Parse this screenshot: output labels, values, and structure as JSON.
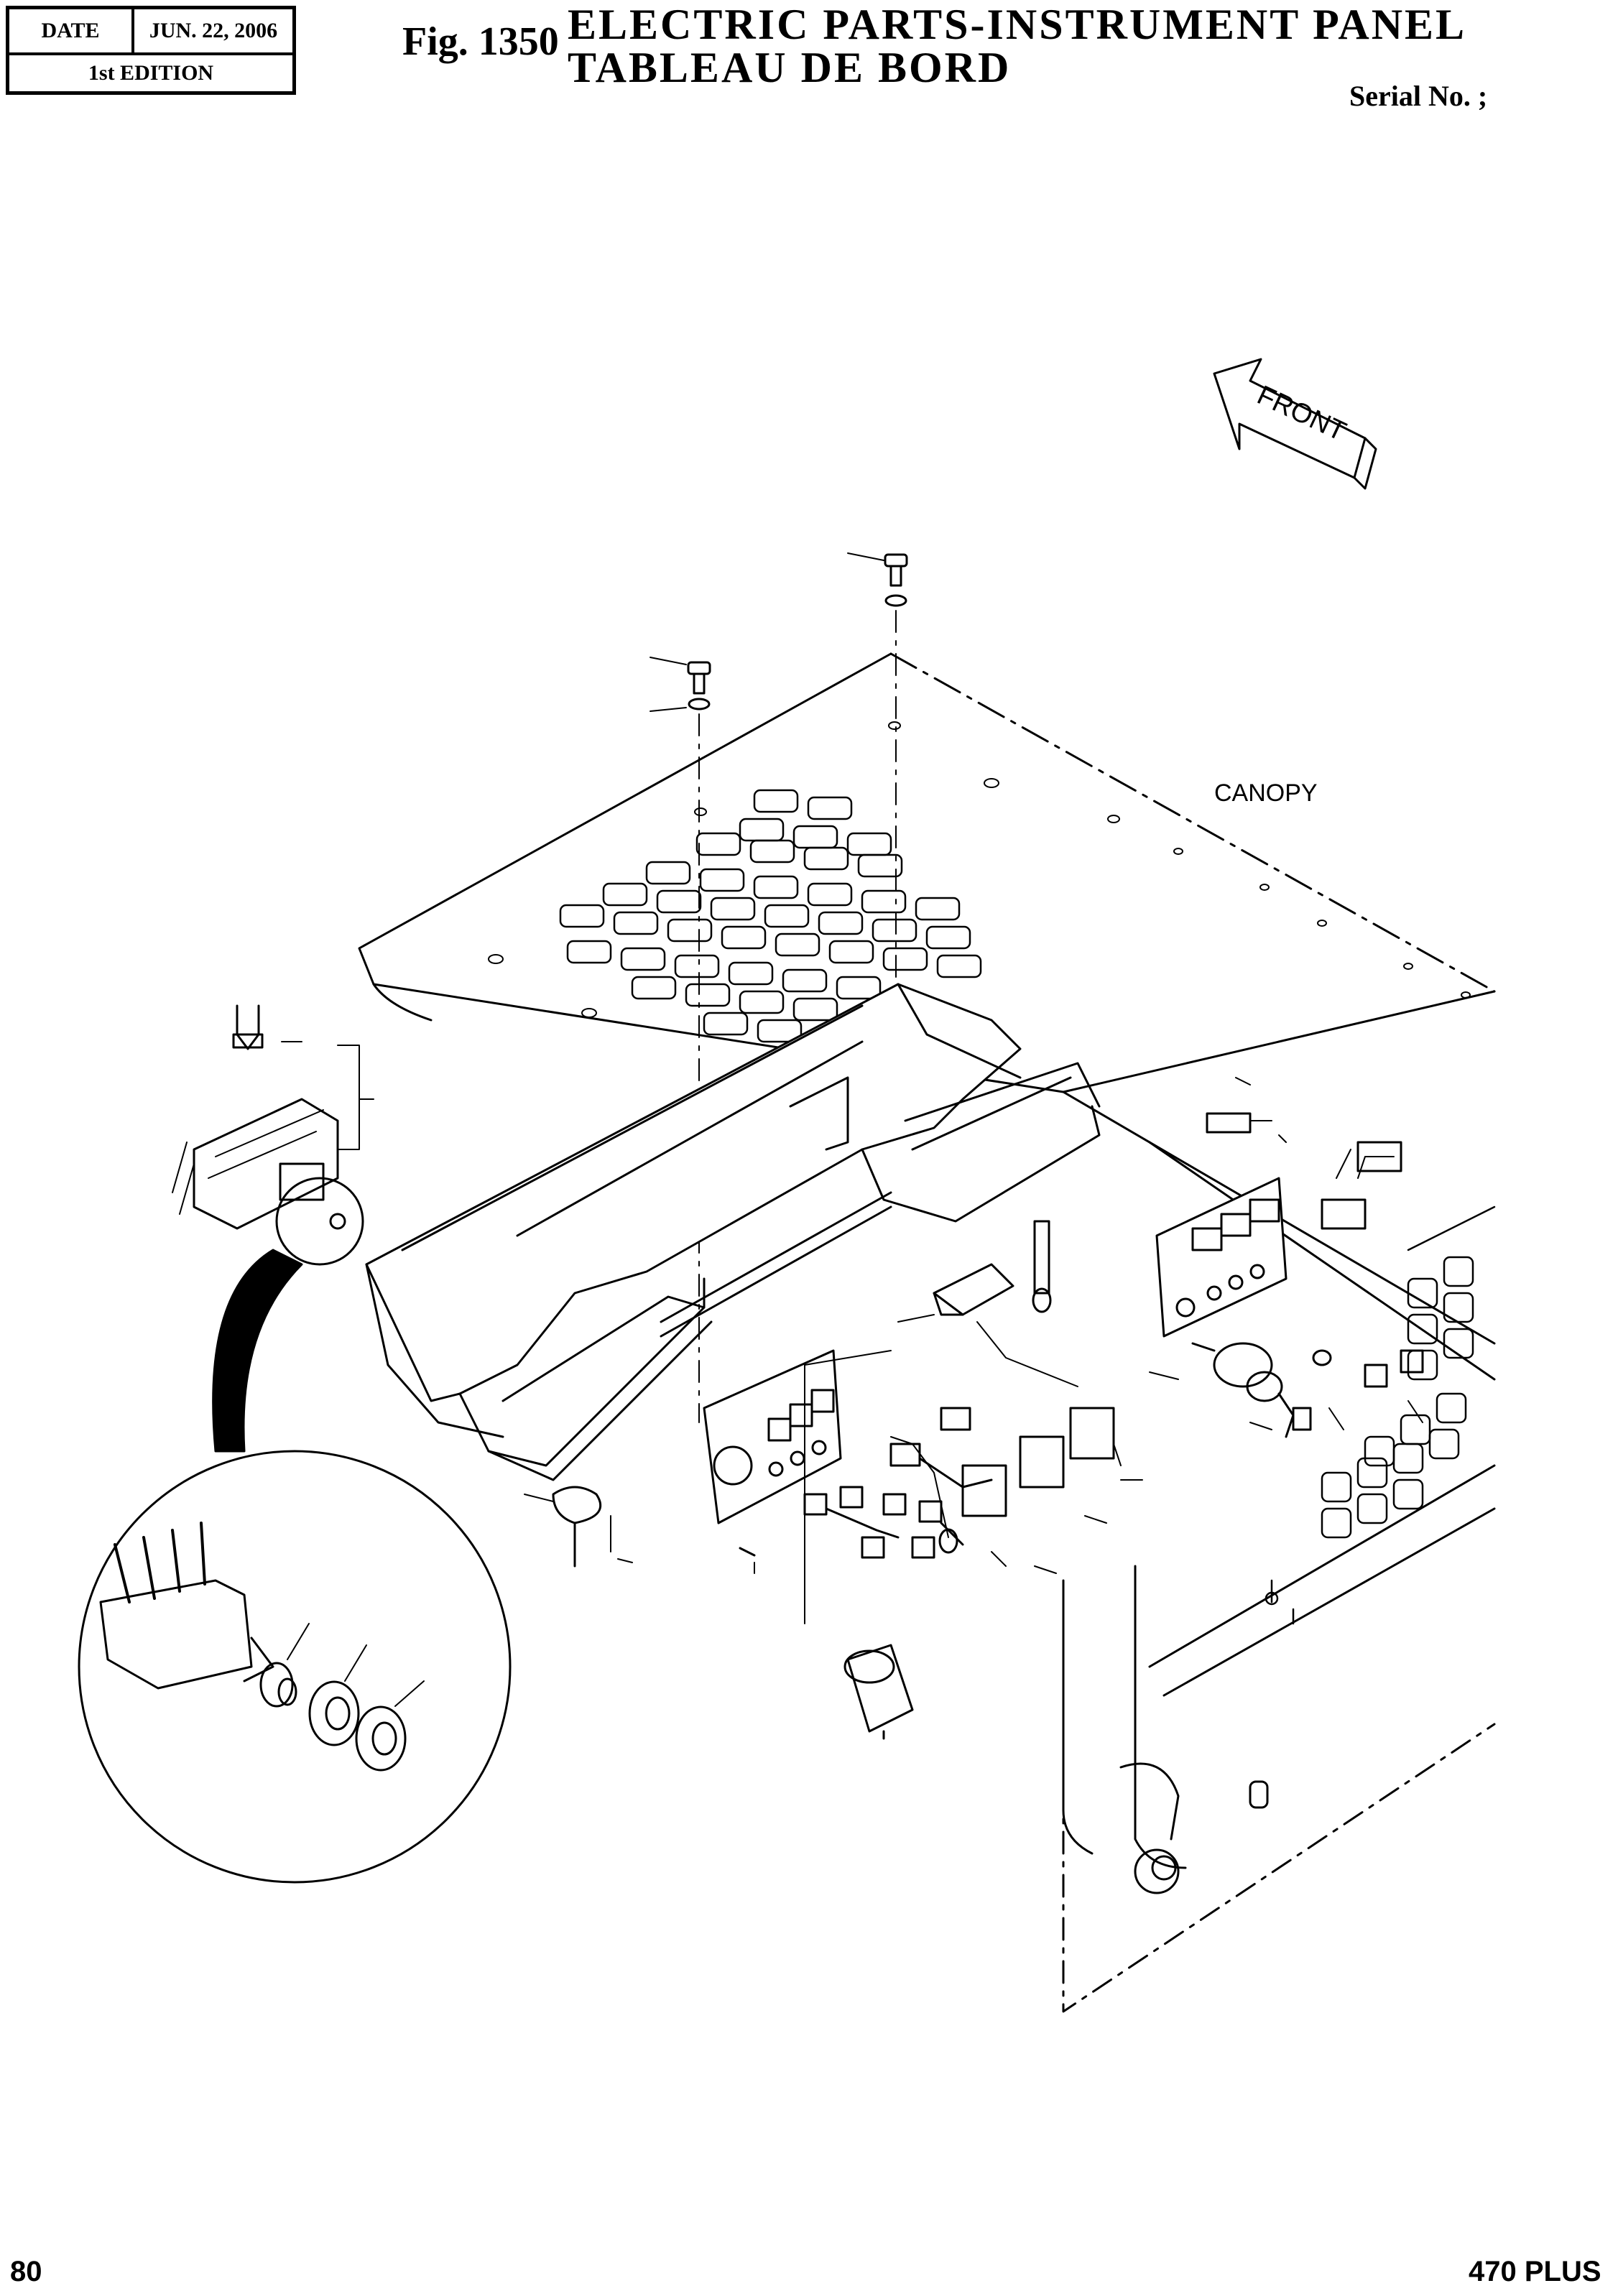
{
  "header": {
    "date_label": "DATE",
    "date_value": "JUN. 22, 2006",
    "edition": "1st EDITION",
    "fig_number": "Fig. 1350",
    "title_en": "ELECTRIC  PARTS-INSTRUMENT  PANEL",
    "title_fr": "TABLEAU  DE  BORD",
    "serial": "Serial No. ;"
  },
  "drawing": {
    "canopy_label": "CANOPY",
    "front_label": "FRONT"
  },
  "footer": {
    "page_number": "80",
    "model": "470 PLUS"
  }
}
